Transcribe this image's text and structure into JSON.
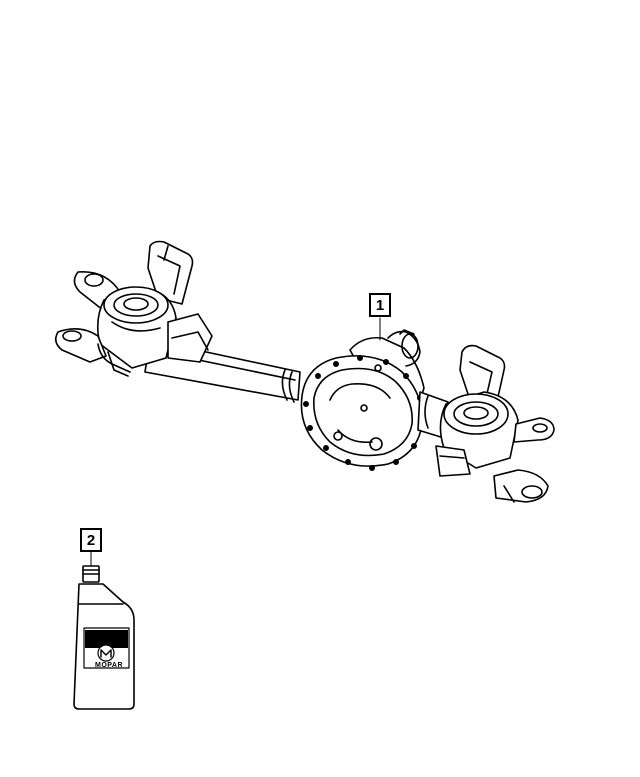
{
  "callouts": [
    {
      "number": "1"
    },
    {
      "number": "2"
    }
  ],
  "logo": {
    "text": "MOPAR"
  },
  "colors": {
    "line": "#000000",
    "background": "#ffffff"
  }
}
